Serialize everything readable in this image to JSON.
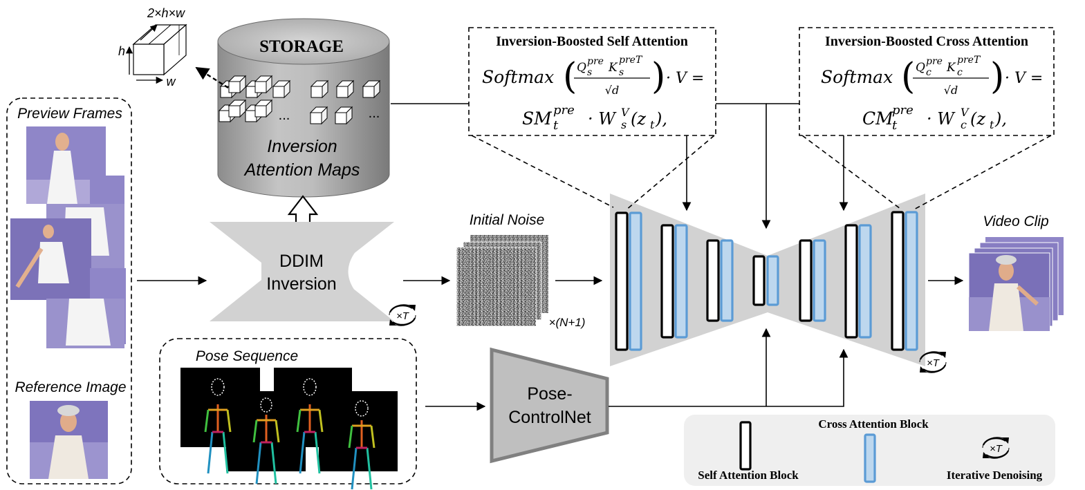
{
  "left_panel": {
    "preview_label": "Preview Frames",
    "reference_label": "Reference Image"
  },
  "cube_legend": {
    "dims": "2×h×w",
    "h": "h",
    "w": "w"
  },
  "storage": {
    "title": "STORAGE",
    "line1": "Inversion",
    "line2": "Attention Maps",
    "ellipsis": "..."
  },
  "ddim": {
    "line1": "DDIM",
    "line2": "Inversion",
    "loop_label": "×T"
  },
  "noise": {
    "label": "Initial Noise",
    "count": "×(N+1)"
  },
  "self_attention_box": {
    "title": "Inversion-Boosted Self Attention",
    "softmax": "Softmax",
    "q": "Q",
    "q_sub": "s",
    "pre": "pre",
    "k": "K",
    "k_sub": "s",
    "k_sup": "preT",
    "sqrt_d": "√d",
    "times_v": "· V =",
    "sm": "SM",
    "sm_sub": "t",
    "w": "· W",
    "w_sub": "s",
    "w_sup": "V",
    "z": "(z",
    "z_sub": "t",
    "tail": "),"
  },
  "cross_attention_box": {
    "title": "Inversion-Boosted Cross Attention",
    "softmax": "Softmax",
    "q": "Q",
    "q_sub": "c",
    "pre": "pre",
    "k": "K",
    "k_sub": "c",
    "k_sup": "preT",
    "sqrt_d": "√d",
    "times_v": "· V =",
    "cm": "CM",
    "cm_sub": "t",
    "w": "· W",
    "w_sub": "c",
    "w_sup": "V",
    "z": "(z",
    "z_sub": "t",
    "tail": "),"
  },
  "unet": {
    "loop_label": "×T"
  },
  "pose": {
    "label": "Pose  Sequence",
    "controlnet_line1": "Pose-",
    "controlnet_line2": "ControlNet"
  },
  "output": {
    "label": "Video Clip"
  },
  "legend": {
    "self_attention": "Self Attention Block",
    "cross_attention": "Cross Attention Block",
    "iterative": "Iterative Denoising",
    "loop_label": "×T"
  },
  "colors": {
    "gray_shape": "#d2d2d2",
    "dark_gray": "#808080",
    "blue_block_fill": "#bdd7ee",
    "blue_block_stroke": "#5b9bd5",
    "purple_wall": "#7b6fb8",
    "legend_bg": "#efefef"
  }
}
